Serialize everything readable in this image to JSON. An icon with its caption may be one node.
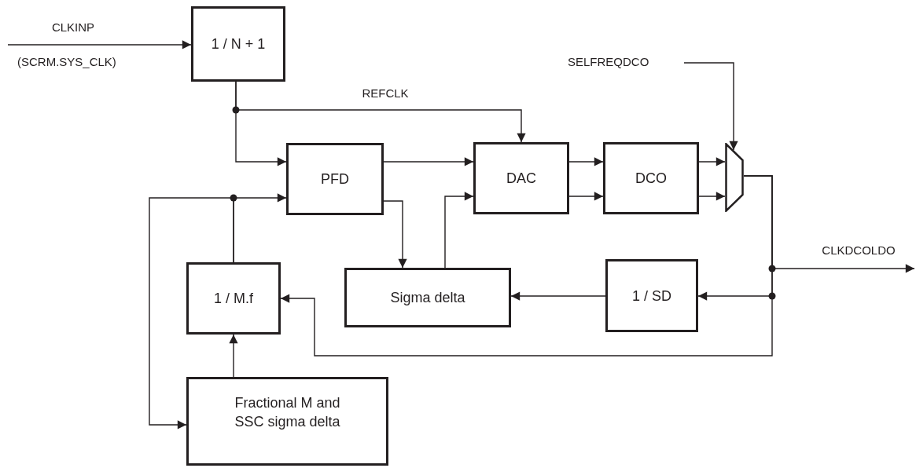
{
  "diagram": {
    "nodes": [
      {
        "text": [
          "1 / N + 1"
        ]
      },
      {
        "text": [
          "PFD"
        ]
      },
      {
        "text": [
          "DAC"
        ]
      },
      {
        "text": [
          "DCO"
        ]
      },
      {
        "text": [],
        "shape": "trapezoid"
      },
      {
        "text": [
          "Sigma delta"
        ]
      },
      {
        "text": [
          "1 / SD"
        ]
      },
      {
        "text": [
          "1 / M.f"
        ]
      },
      {
        "text": [
          "Fractional M and SSC sigma delta"
        ]
      },
      {
        "text": [
          "SELFREQDCO"
        ]
      }
    ],
    "edges": [
      {
        "from": null,
        "to": 0,
        "arrow": "to",
        "label": "CLKINP"
      },
      {
        "from": 0,
        "to": 1,
        "arrow": "to"
      },
      {
        "from": 0,
        "to": 2,
        "arrow": "to",
        "label": "REFCLK"
      },
      {
        "from": 1,
        "to": 2,
        "arrow": "to"
      },
      {
        "from": 1,
        "to": 5,
        "arrow": "to"
      },
      {
        "from": 5,
        "to": 2,
        "arrow": "to"
      },
      {
        "from": 2,
        "to": 3,
        "arrow": "to"
      },
      {
        "from": 2,
        "to": 3,
        "arrow": "to"
      },
      {
        "from": 3,
        "to": 4,
        "arrow": "to"
      },
      {
        "from": 3,
        "to": 4,
        "arrow": "to"
      },
      {
        "from": 9,
        "to": 4,
        "arrow": "to"
      },
      {
        "from": 4,
        "to": null,
        "arrow": "to",
        "label": "CLKDCOLDO"
      },
      {
        "from": 4,
        "to": 6,
        "arrow": "to"
      },
      {
        "from": 4,
        "to": 7,
        "arrow": "to"
      },
      {
        "from": 6,
        "to": 5,
        "arrow": "to"
      },
      {
        "from": 8,
        "to": 7,
        "arrow": "to"
      },
      {
        "from": 7,
        "to": 1,
        "arrow": "to"
      },
      {
        "from": 7,
        "to": 8,
        "arrow": "to"
      }
    ],
    "labels": [
      "(SCRM.SYS_CLK)"
    ]
  }
}
